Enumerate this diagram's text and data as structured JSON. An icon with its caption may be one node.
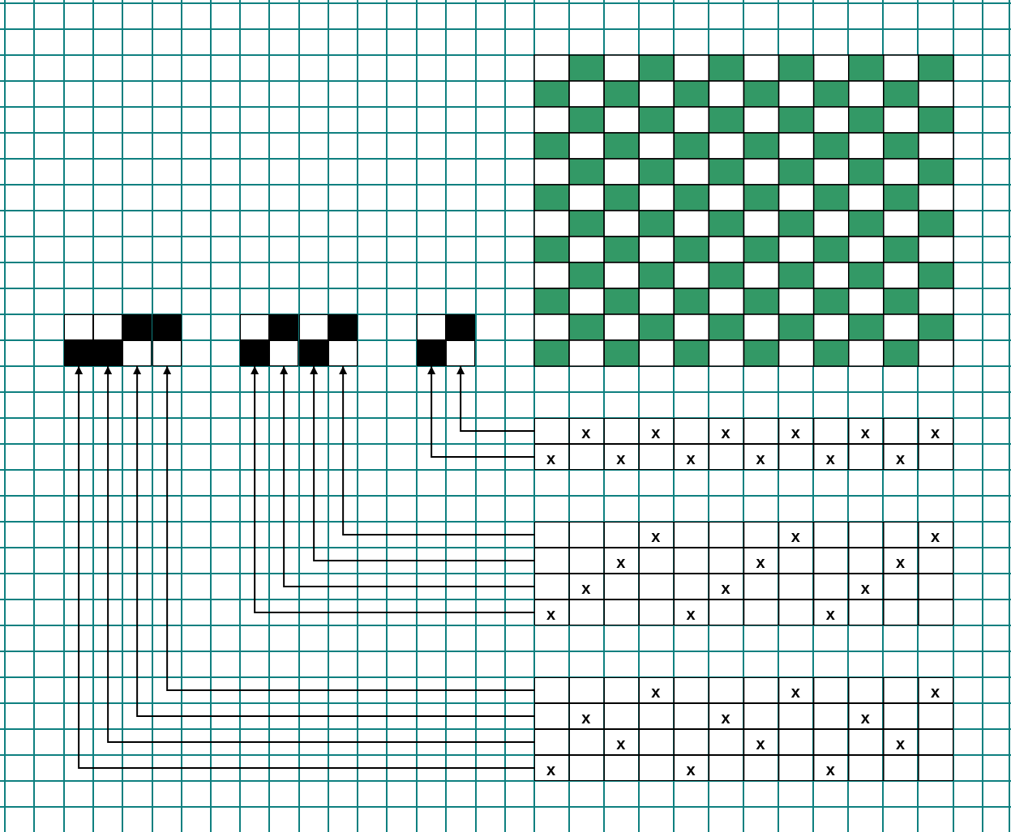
{
  "diagram": {
    "nodes": [
      {
        "text": [],
        "shape": "box"
      },
      {
        "text": [],
        "shape": "box"
      },
      {
        "text": [],
        "shape": "box"
      },
      {
        "text": [],
        "shape": "box"
      },
      {
        "text": [],
        "shape": "box"
      },
      {
        "text": [],
        "shape": "box"
      },
      {
        "text": [],
        "shape": "box"
      },
      {
        "text": [],
        "shape": "box"
      },
      {
        "text": [],
        "shape": "box"
      },
      {
        "text": [],
        "shape": "box"
      },
      {
        "text": [
          "x",
          "x",
          "x",
          "x",
          "x",
          "x"
        ]
      },
      {
        "text": [
          "x",
          "x",
          "x",
          "x",
          "x",
          "x"
        ]
      },
      {
        "text": [
          "x",
          "x",
          "x"
        ]
      },
      {
        "text": [
          "x",
          "x",
          "x"
        ]
      },
      {
        "text": [
          "x",
          "x",
          "x"
        ]
      },
      {
        "text": [
          "x",
          "x",
          "x"
        ]
      },
      {
        "text": [
          "x",
          "x",
          "x"
        ]
      },
      {
        "text": [
          "x",
          "x",
          "x"
        ]
      },
      {
        "text": [
          "x",
          "x",
          "x"
        ]
      },
      {
        "text": [
          "x",
          "x",
          "x"
        ]
      }
    ],
    "edges": [
      {
        "from": 10,
        "to": 9,
        "arrow": "to"
      },
      {
        "from": 11,
        "to": 8,
        "arrow": "to"
      },
      {
        "from": 12,
        "to": 7,
        "arrow": "to"
      },
      {
        "from": 13,
        "to": 6,
        "arrow": "to"
      },
      {
        "from": 14,
        "to": 5,
        "arrow": "to"
      },
      {
        "from": 15,
        "to": 4,
        "arrow": "to"
      },
      {
        "from": 16,
        "to": 3,
        "arrow": "to"
      },
      {
        "from": 17,
        "to": 2,
        "arrow": "to"
      },
      {
        "from": 18,
        "to": 1,
        "arrow": "to"
      },
      {
        "from": 19,
        "to": 0,
        "arrow": "to"
      }
    ]
  }
}
